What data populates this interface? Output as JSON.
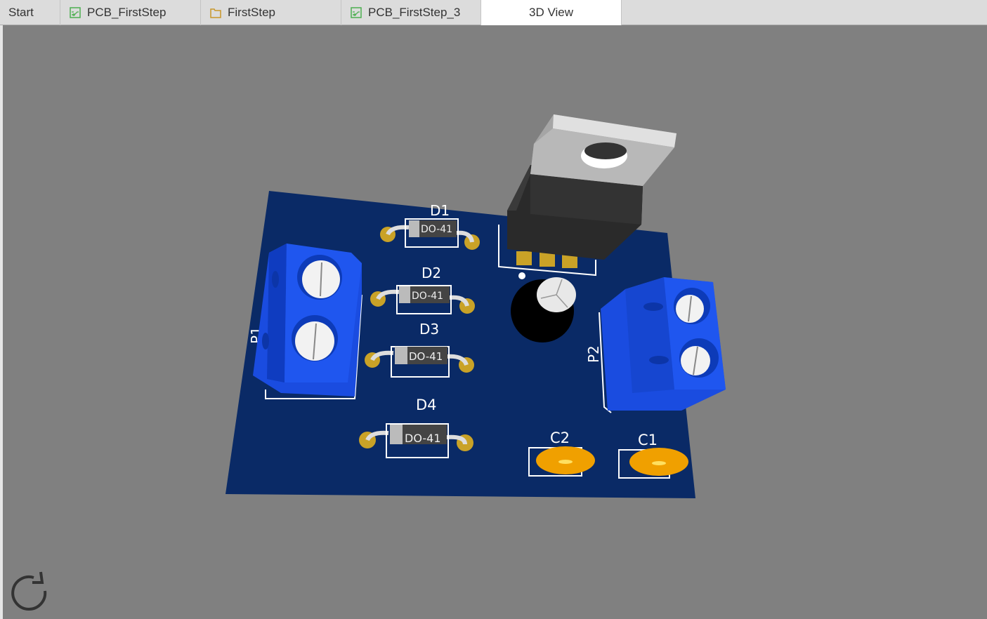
{
  "tabs": [
    {
      "label": "Start",
      "icon": ""
    },
    {
      "label": "PCB_FirstStep",
      "icon": "pcb-icon"
    },
    {
      "label": "FirstStep",
      "icon": "folder-icon"
    },
    {
      "label": "PCB_FirstStep_3",
      "icon": "pcb-icon"
    },
    {
      "label": "3D View",
      "icon": "",
      "active": true
    }
  ],
  "board": {
    "color": "#0a2a66",
    "labels": {
      "d1": "D1",
      "d2": "D2",
      "d3": "D3",
      "d4": "D4",
      "c1": "C1",
      "c2": "C2",
      "p1": "P1",
      "p2": "P2"
    },
    "diode_package": "DO-41"
  },
  "controls": {
    "reset_view_icon": "refresh-icon"
  }
}
